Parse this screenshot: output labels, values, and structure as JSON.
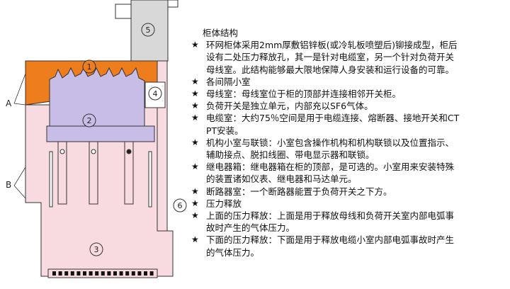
{
  "diagram": {
    "markers": [
      "1",
      "2",
      "3",
      "4",
      "5",
      "6"
    ],
    "side_labels": [
      "A",
      "B"
    ],
    "colors": {
      "orange": "#ee7d1e",
      "lilac": "#c8bde6",
      "pink": "#f8dbe1",
      "grey": "#d8d8d8",
      "outline": "#333333"
    }
  },
  "text": {
    "title": "柜体结构",
    "bullets": [
      {
        "symbol": "★",
        "lines": [
          "环网柜体采用2mm厚敷铝锌板(或冷轧板喷塑后)铆接成型，柜后",
          "设有二处压力释放孔，其一是针对电缆室，另一个针对负荷开关",
          "母线室。此结构能够最大限地保障人身安装和运行设备的可靠。"
        ]
      },
      {
        "symbol": "★",
        "lines": [
          "各间隔小室"
        ]
      },
      {
        "symbol": "★",
        "lines": [
          "母线室：母线室位于柜的顶部并连接相邻开关柜。"
        ]
      },
      {
        "symbol": "★",
        "lines": [
          "负荷开关是独立单元，内部充以SF6气体。"
        ]
      },
      {
        "symbol": "★",
        "lines": [
          "电缆室：大约75％空间是用于电缆连接、熔断器、接地开关和CT",
          "PT安装。"
        ]
      },
      {
        "symbol": "★",
        "lines": [
          "机构小室与联锁：小室包含操作机构和机构联锁以及位置指示、",
          "辅助接点、脱扣线圈、带电显示器和联锁。"
        ]
      },
      {
        "symbol": "★",
        "lines": [
          "继电器箱：继电器箱在柜的顶部，是可选的。小室用来安装特殊",
          "的装置诸如仪表、继电器和马达单元。"
        ]
      },
      {
        "symbol": "★",
        "lines": [
          "断路器室：一个断路器能置于负荷开关之下方。"
        ]
      },
      {
        "symbol": "★",
        "lines": [
          "压力释放"
        ]
      },
      {
        "symbol": "★",
        "lines": [
          "上面的压力释放：上面是用于释放母线和负荷开关室内部电弧事",
          "故时产生的气体压力。"
        ]
      },
      {
        "symbol": "★",
        "lines": [
          "下面的压力释放：下面是用于释放电缆小室内部电弧事故时产生",
          "的气体压力。"
        ]
      }
    ]
  }
}
